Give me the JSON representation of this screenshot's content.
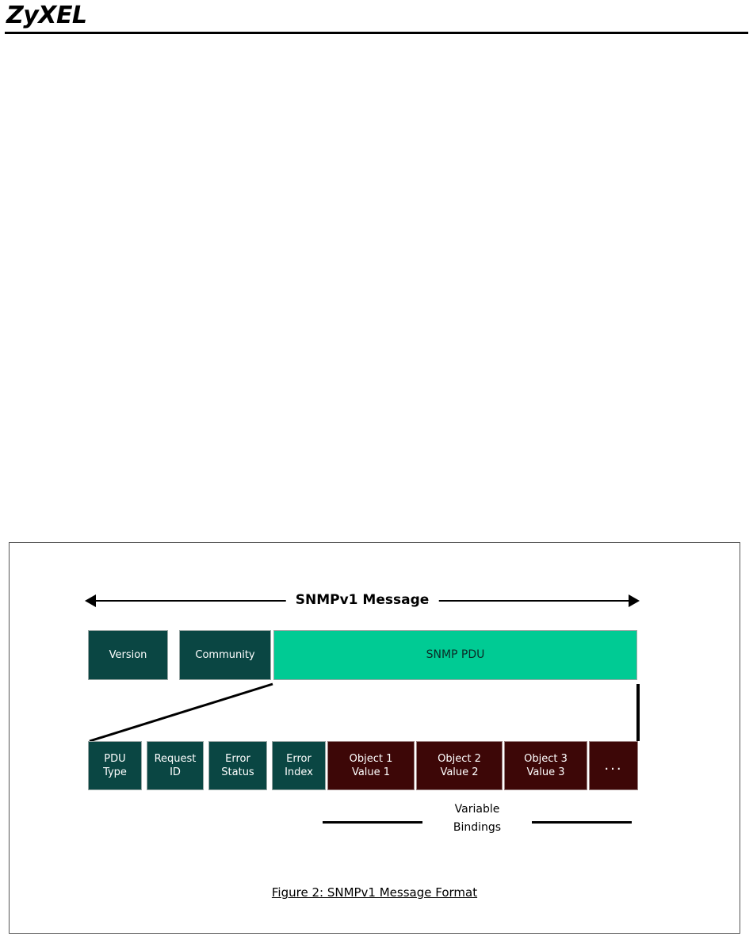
{
  "header": {
    "brand": "ZyXEL"
  },
  "figure": {
    "span_label": "SNMPv1 Message",
    "caption": "Figure 2: SNMPv1 Message Format",
    "variable_bindings_label_line1": "Variable",
    "variable_bindings_label_line2": "Bindings",
    "message_fields": [
      {
        "label": "Version",
        "color": "#0a4643",
        "text_color": "#ffffff"
      },
      {
        "label": "Community",
        "color": "#0a4643",
        "text_color": "#ffffff"
      },
      {
        "label": "SNMP PDU",
        "color": "#00cb94",
        "text_color": "#0b2b27"
      }
    ],
    "pdu_fields": [
      {
        "line1": "PDU",
        "line2": "Type",
        "color": "#0a4643"
      },
      {
        "line1": "Request",
        "line2": "ID",
        "color": "#0a4643"
      },
      {
        "line1": "Error",
        "line2": "Status",
        "color": "#0a4643"
      },
      {
        "line1": "Error",
        "line2": "Index",
        "color": "#0a4643"
      },
      {
        "line1": "Object 1",
        "line2": "Value 1",
        "color": "#3d0707"
      },
      {
        "line1": "Object 2",
        "line2": "Value 2",
        "color": "#3d0707"
      },
      {
        "line1": "Object 3",
        "line2": "Value 3",
        "color": "#3d0707"
      },
      {
        "line1": "...",
        "line2": "",
        "color": "#3d0707"
      }
    ]
  },
  "colors": {
    "teal": "#0a4643",
    "green": "#00cb94",
    "maroon": "#3d0707",
    "frame_border": "#555555",
    "rule": "#000000"
  }
}
